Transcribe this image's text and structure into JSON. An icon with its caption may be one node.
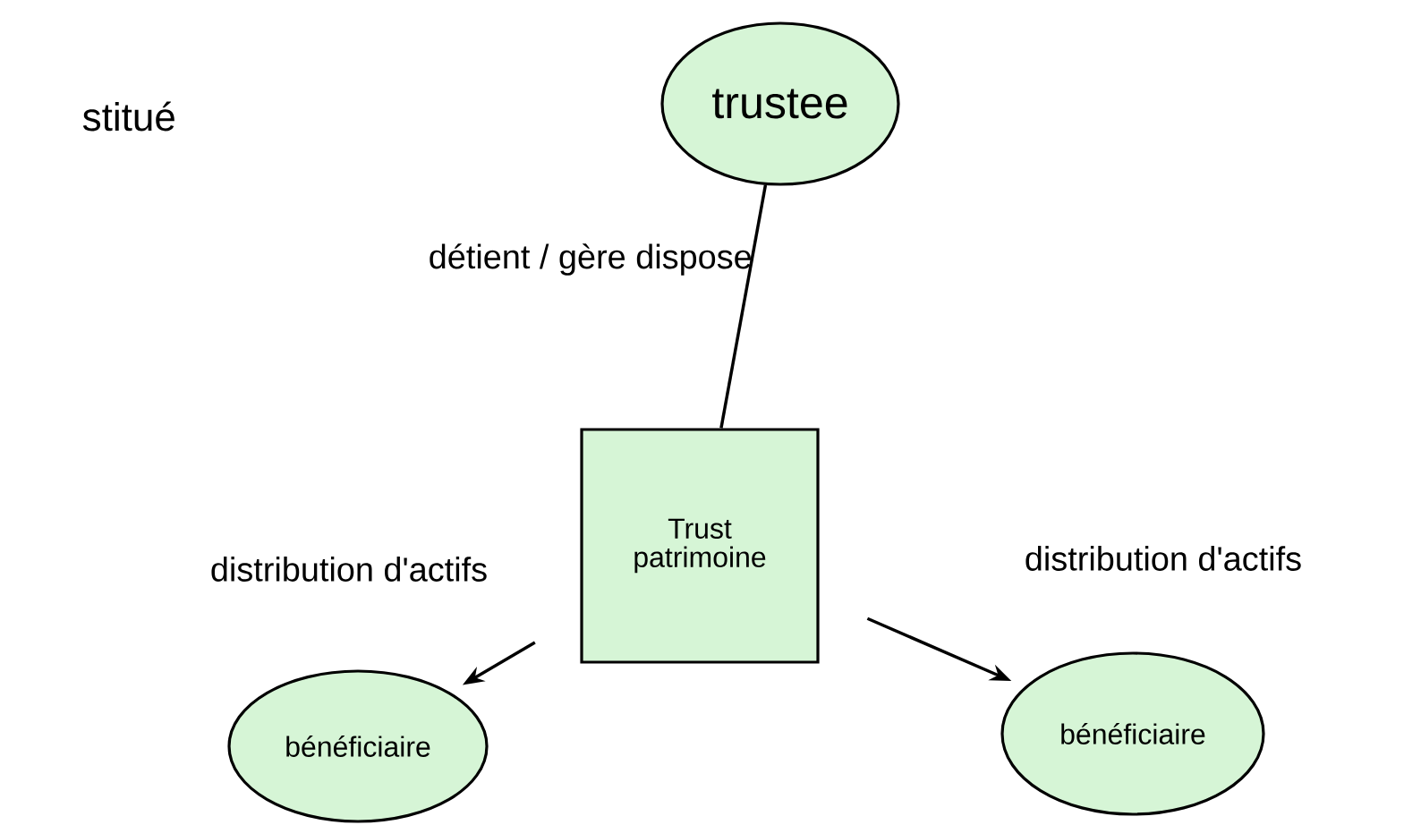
{
  "diagram": {
    "nodes": [
      {
        "text": [
          "trustee"
        ]
      },
      {
        "text": [
          "Trust patrimoine"
        ]
      },
      {
        "text": [
          "bénéficiaire"
        ]
      },
      {
        "text": [
          "bénéficiaire"
        ]
      }
    ],
    "edges": [
      {
        "from": 0,
        "to": 1,
        "arrow": "none",
        "label": "détient / gère dispose"
      },
      {
        "from": 1,
        "to": 2,
        "arrow": "to",
        "label": "distribution d'actifs"
      },
      {
        "from": 1,
        "to": 3,
        "arrow": "to",
        "label": "distribution d'actifs"
      }
    ],
    "labels": [
      "stitué"
    ]
  }
}
